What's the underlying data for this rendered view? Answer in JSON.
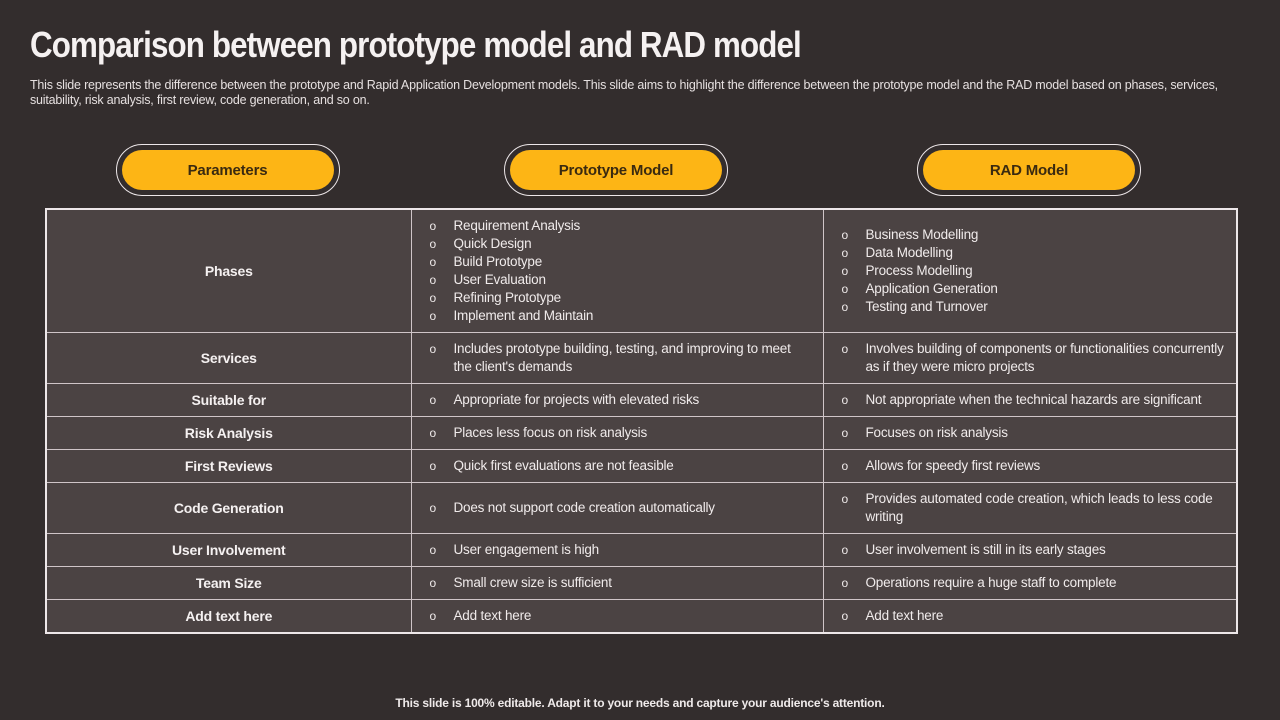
{
  "slide": {
    "title": "Comparison between prototype model and RAD model",
    "subtitle": "This slide represents the difference between the prototype and Rapid Application Development models. This slide aims to highlight the difference between the prototype model and the RAD model based on phases, services, suitability, risk analysis, first review, code generation, and so on.",
    "footer": "This slide is 100% editable. Adapt it to your needs and capture your audience's attention."
  },
  "headers": [
    {
      "label": "Parameters"
    },
    {
      "label": "Prototype Model"
    },
    {
      "label": "RAD Model"
    }
  ],
  "table": {
    "bullet_marker": "o",
    "rows": [
      {
        "parameter": "Phases",
        "prototype": [
          "Requirement Analysis",
          "Quick Design",
          "Build Prototype",
          "User Evaluation",
          "Refining Prototype",
          "Implement and Maintain"
        ],
        "rad": [
          "Business Modelling",
          "Data Modelling",
          "Process Modelling",
          "Application Generation",
          "Testing and Turnover"
        ]
      },
      {
        "parameter": "Services",
        "prototype": [
          "Includes prototype building, testing, and improving to meet the client's demands"
        ],
        "rad": [
          "Involves building of components or functionalities concurrently as if they were micro projects"
        ]
      },
      {
        "parameter": "Suitable for",
        "prototype": [
          "Appropriate for projects with elevated risks"
        ],
        "rad": [
          "Not appropriate when the technical hazards are significant"
        ]
      },
      {
        "parameter": "Risk Analysis",
        "prototype": [
          "Places less focus on risk analysis"
        ],
        "rad": [
          "Focuses on risk analysis"
        ]
      },
      {
        "parameter": "First Reviews",
        "prototype": [
          "Quick first evaluations are not feasible"
        ],
        "rad": [
          "Allows for speedy first reviews"
        ]
      },
      {
        "parameter": "Code Generation",
        "prototype": [
          "Does not support code creation automatically"
        ],
        "rad": [
          "Provides automated code creation, which leads to less code writing"
        ]
      },
      {
        "parameter": "User Involvement",
        "prototype": [
          "User engagement is high"
        ],
        "rad": [
          "User involvement is still in its early stages"
        ]
      },
      {
        "parameter": "Team Size",
        "prototype": [
          "Small crew size is sufficient"
        ],
        "rad": [
          "Operations require a huge staff to complete"
        ]
      },
      {
        "parameter": "Add text here",
        "prototype": [
          "Add text here"
        ],
        "rad": [
          "Add text here"
        ]
      }
    ]
  },
  "colors": {
    "background": "#332D2D",
    "cell_background": "#4B4343",
    "border_inner": "#CFC5C8",
    "border_outer": "#EDE7E9",
    "pill_fill": "#FDB515",
    "pill_text": "#3A2A10",
    "text": "#F0EBEB"
  }
}
